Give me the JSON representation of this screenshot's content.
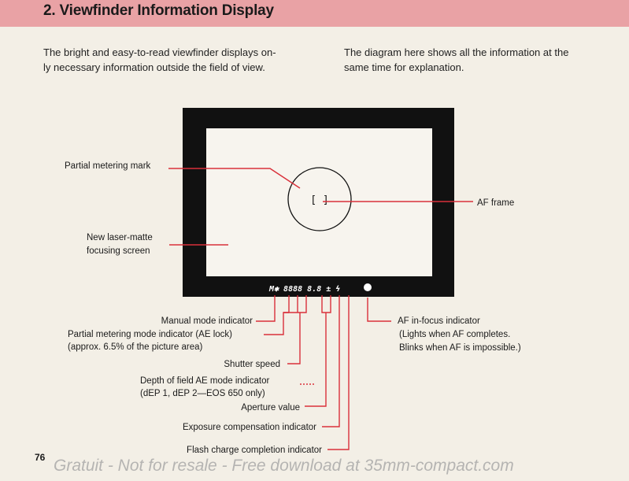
{
  "header": {
    "title": "2. Viewfinder Information Display"
  },
  "intro": {
    "left_lines": [
      "The bright and easy-to-read viewfinder displays on-",
      "ly necessary information outside the field of view."
    ],
    "right_lines": [
      "The diagram here shows all the information at the",
      "same time for explanation."
    ]
  },
  "viewfinder": {
    "af_frame_symbol": "[ ]",
    "display_text": "M✱ 8888  8.8 ± ϟ",
    "in_focus_dot": "●"
  },
  "labels": {
    "partial_metering_mark": "Partial metering mark",
    "af_frame": "AF frame",
    "focusing_screen": [
      "New laser-matte",
      "focusing screen"
    ],
    "manual_mode": "Manual mode indicator",
    "partial_metering_mode": [
      "Partial metering mode indicator (AE lock)",
      "(approx. 6.5% of the picture area)"
    ],
    "shutter_speed": "Shutter speed",
    "depth_of_field": [
      "Depth of field AE mode indicator",
      "(dEP 1, dEP 2—EOS 650 only)"
    ],
    "aperture_value": "Aperture value",
    "exposure_compensation": "Exposure compensation indicator",
    "flash_charge": "Flash charge completion indicator",
    "af_in_focus": [
      "AF in-focus indicator",
      "(Lights when AF completes.",
      "Blinks when AF is impossible.)"
    ]
  },
  "colors": {
    "header_bg": "#e9a2a5",
    "leader_line": "#d9303a",
    "paper": "#f3efe6"
  },
  "page": {
    "number": "76"
  },
  "watermark": "Gratuit - Not for resale - Free download at 35mm-compact.com"
}
